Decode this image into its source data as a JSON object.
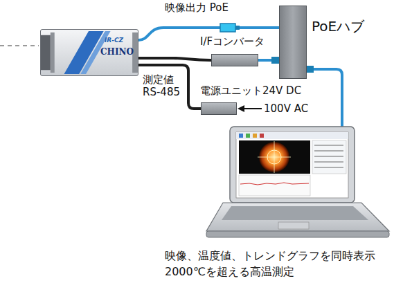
{
  "diagram": {
    "nodes": [
      {
        "text": [
          "IR-CZ",
          "CHINO"
        ]
      },
      {
        "text": [
          "PoEハブ"
        ]
      },
      {
        "text": [
          "I/Fコンバータ"
        ]
      },
      {
        "text": [
          "電源ユニット24V DC"
        ]
      }
    ],
    "edges": [
      {
        "from": 0,
        "to": 1,
        "arrow": "none",
        "label": "映像出力 PoE"
      },
      {
        "from": 0,
        "to": 2,
        "arrow": "none",
        "label": "測定値 RS-485"
      },
      {
        "from": 0,
        "to": 3,
        "arrow": "none"
      },
      {
        "from": 2,
        "to": 1,
        "arrow": "none"
      }
    ],
    "labels": [
      "100V AC",
      "映像、温度値、トレンドグラフを同時表示",
      "2000℃を超える高温測定"
    ]
  }
}
